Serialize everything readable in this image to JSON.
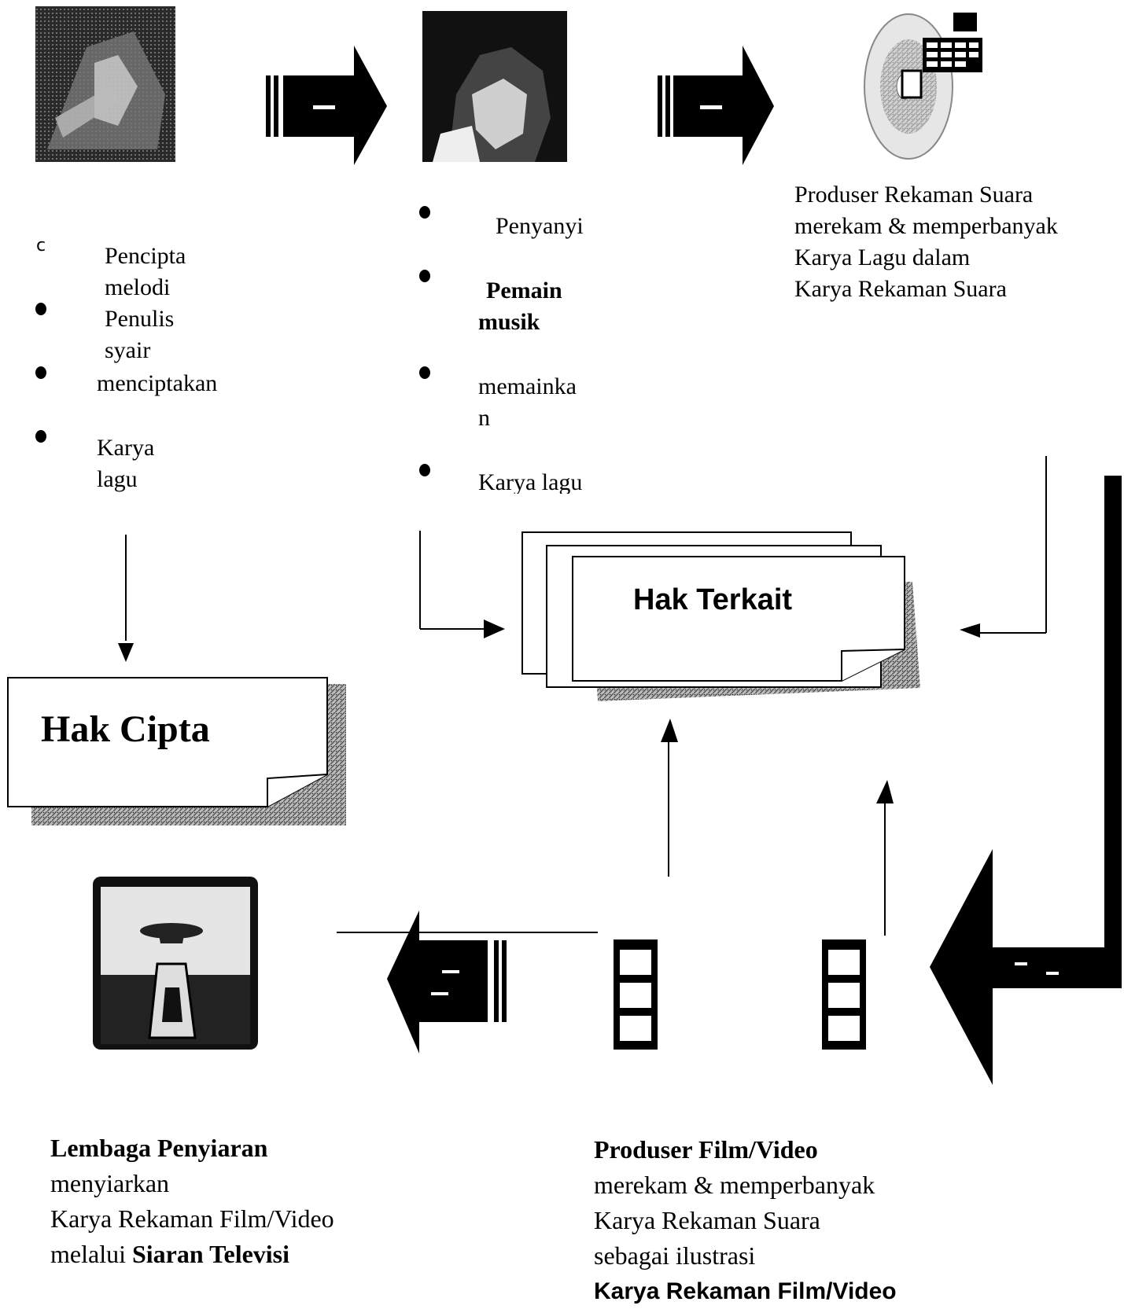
{
  "creators": {
    "items": [
      "Pencipta melodi",
      "Penulis syair",
      "menciptakan",
      "Karya lagu"
    ]
  },
  "performers": {
    "items": [
      "Penyanyi",
      "Pemain",
      "musik",
      "memainka",
      "n",
      "Karya lagu"
    ]
  },
  "sound_producer": {
    "lines": [
      "Produser Rekaman Suara",
      "merekam & memperbanyak",
      "Karya Lagu dalam",
      "Karya Rekaman Suara"
    ]
  },
  "boxes": {
    "hak_terkait": "Hak Terkait",
    "hak_cipta": "Hak Cipta"
  },
  "broadcaster": {
    "title": "Lembaga Penyiaran",
    "line1": "menyiarkan",
    "line2": "Karya Rekaman Film/Video",
    "line3_prefix": "melalui",
    "line3_bold": "Siaran Televisi"
  },
  "film_producer": {
    "title": "Produser Film/Video",
    "line1": "merekam & memperbanyak",
    "line2": "Karya Rekaman Suara",
    "line3": "sebagai ilustrasi",
    "line4": "Karya Rekaman Film/Video"
  },
  "icons": [
    "composer-image",
    "singer-image",
    "cd-recording-icon",
    "television-icon",
    "film-strip-icon",
    "arrow-right-icon",
    "arrow-left-icon"
  ]
}
